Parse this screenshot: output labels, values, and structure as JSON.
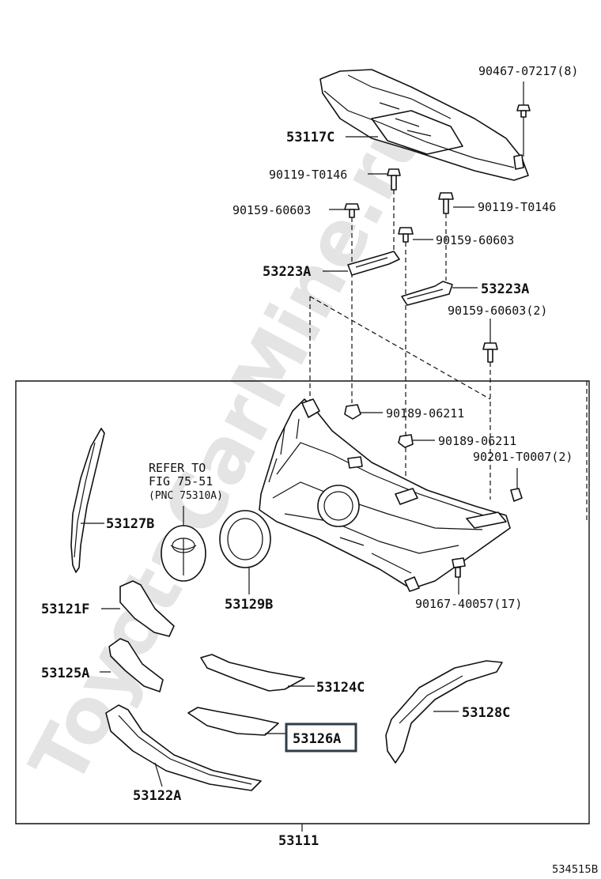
{
  "watermark": "ToyotaCarMine.ru",
  "drawing_code": "534515B",
  "reference_note": {
    "line1": "REFER TO",
    "line2": "FIG 75-51",
    "line3": "(PNC 75310A)"
  },
  "parts": {
    "p_90467": "90467-07217(8)",
    "p_53117c": "53117C",
    "p_90119_a": "90119-T0146",
    "p_90119_b": "90119-T0146",
    "p_90159_a": "90159-60603",
    "p_90159_b": "90159-60603",
    "p_53223a_left": "53223A",
    "p_53223a_right": "53223A",
    "p_90159_c": "90159-60603(2)",
    "p_90189_a": "90189-06211",
    "p_90189_b": "90189-06211",
    "p_90201": "90201-T0007(2)",
    "p_53127b": "53127B",
    "p_53129b": "53129B",
    "p_90167": "90167-40057(17)",
    "p_53121f": "53121F",
    "p_53125a": "53125A",
    "p_53124c": "53124C",
    "p_53128c": "53128C",
    "p_53126a": "53126A",
    "p_53122a": "53122A",
    "p_53111": "53111"
  },
  "highlighted_part": "53126A",
  "colors": {
    "line": "#111111",
    "highlight_border": "#2e3d48",
    "watermark": "#e4e4e4"
  }
}
